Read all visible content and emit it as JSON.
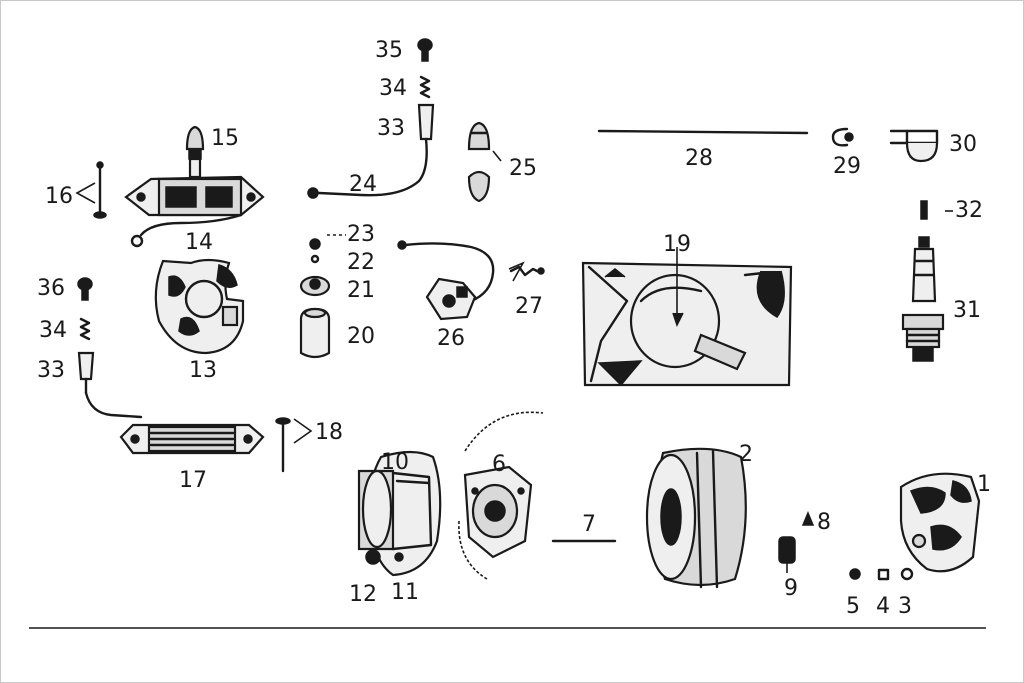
{
  "diagram": {
    "part_numbers": [
      "1",
      "2",
      "3",
      "4",
      "5",
      "6",
      "7",
      "8",
      "9",
      "10",
      "11",
      "12",
      "13",
      "14",
      "15",
      "16",
      "17",
      "18",
      "19",
      "20",
      "21",
      "22",
      "23",
      "24",
      "25",
      "26",
      "27",
      "28",
      "29",
      "30",
      "31",
      "32",
      "33",
      "34",
      "35",
      "36"
    ]
  }
}
